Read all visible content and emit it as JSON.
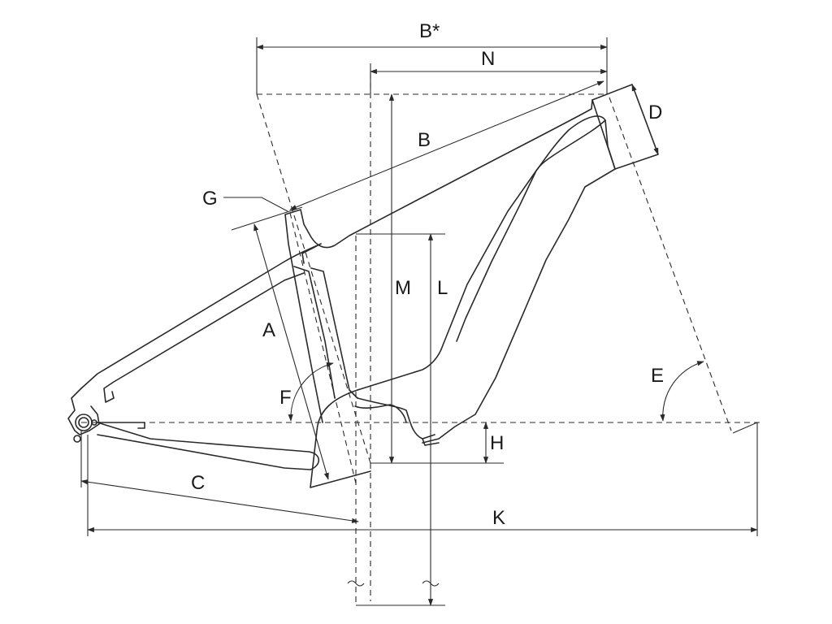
{
  "labels": {
    "b_star": "B*",
    "n": "N",
    "b": "B",
    "d": "D",
    "g": "G",
    "m": "M",
    "l": "L",
    "a": "A",
    "e": "E",
    "f": "F",
    "h": "H",
    "c": "C",
    "k": "K"
  }
}
